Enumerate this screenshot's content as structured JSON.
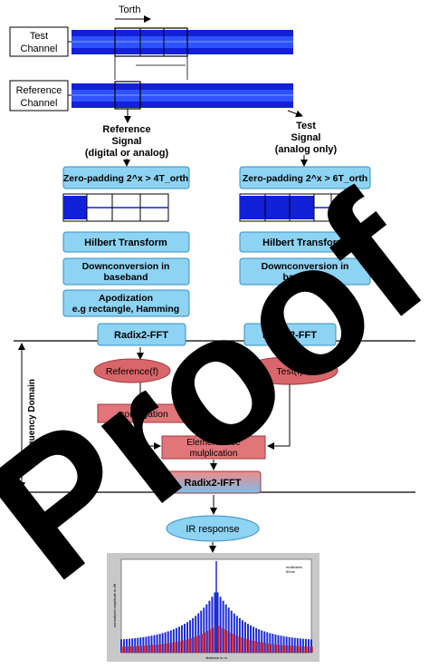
{
  "labels": {
    "t_orth": "Torth",
    "test_channel": [
      "Test",
      "Channel"
    ],
    "reference_channel": [
      "Reference",
      "Channel"
    ],
    "reference_signal": [
      "Reference",
      "Signal",
      "(digital or analog)"
    ],
    "test_signal": [
      "Test",
      "Signal",
      "(analog only)"
    ],
    "zero_padding_left": "Zero-padding 2^x > 4T_orth",
    "zero_padding_right": "Zero-padding 2^x > 6T_orth",
    "hilbert_left": "Hilbert Transform",
    "hilbert_right": "Hilbert Transform",
    "downconv_left": [
      "Downconversion in",
      "baseband"
    ],
    "downconv_right": [
      "Downconversion in",
      "baseband"
    ],
    "apodization": [
      "Apodization",
      "e.g  rectangle, Hamming"
    ],
    "fft_left": "Radix2-FFT",
    "fft_right": "Radix2-FFT",
    "reference_f": "Reference(f)",
    "test_f": "Test(f)",
    "conjugation": "conjugation",
    "elementwise": [
      "Element wise",
      "mulplication"
    ],
    "ifft": "Radix2-IFFT",
    "ir_response": "IR response",
    "frequency_domain": "Frequency Domain",
    "watermark": "Proof",
    "plot_legend": [
      "multilobes",
      "50ms"
    ],
    "plot_xlabel": "distance in m",
    "plot_ylabel": "normalized amplitude in dB"
  },
  "colors": {
    "box_fill": "#8dd3f3",
    "box_stroke": "#3a8fc0",
    "ellipse_fill": "#d9666a",
    "rect_red": "#e0757a",
    "signal": "#0a1ad6",
    "watermark": "#000000"
  }
}
